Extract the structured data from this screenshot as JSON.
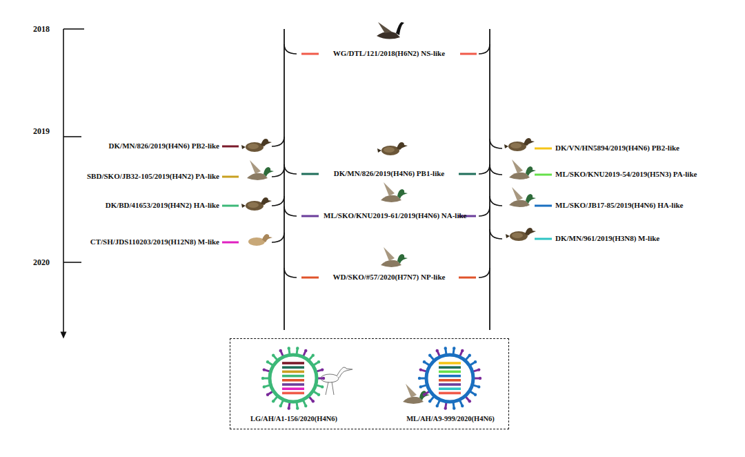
{
  "diagram": {
    "nodes": [
      {
        "text": [
          "LG/AH/A1-156/2020(H4N6)",
          "ML/AH/A9-999/2020(H4N6)"
        ]
      }
    ],
    "labels": [
      "2018",
      "2019",
      "2020",
      "WG/DTL/121/2018(H6N2) NS-like",
      "DK/MN/826/2019(H4N6) PB2-like",
      "DK/MN/826/2019(H4N6) PB1-like",
      "DK/VN/HN5894/2019(H4N6) PB2-like",
      "SBD/SKO/JB32-105/2019(H4N2) PA-like",
      "ML/SKO/KNU2019-54/2019(H5N3) PA-like",
      "DK/BD/41653/2019(H4N2) HA-like",
      "ML/SKO/KNU2019-61/2019(H4N6) NA-like",
      "ML/SKO/JB17-85/2019(H4N6) HA-like",
      "CT/SH/JDS110203/2019(H12N8) M-like",
      "DK/MN/961/2019(H3N8) M-like",
      "WD/SKO/#57/2020(H7N7) NP-like"
    ]
  }
}
